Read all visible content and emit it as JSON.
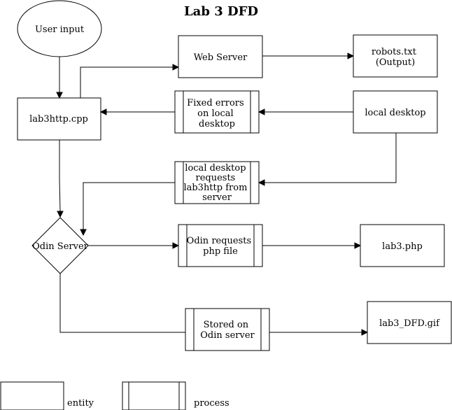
{
  "title": "Lab 3 DFD",
  "nodes": {
    "user_input": {
      "kind": "ellipse",
      "lines": [
        "User input"
      ]
    },
    "web_server": {
      "kind": "entity",
      "lines": [
        "Web Server"
      ]
    },
    "robots_txt": {
      "kind": "entity",
      "lines": [
        "robots.txt",
        "(Output)"
      ]
    },
    "lab3http_cpp": {
      "kind": "entity",
      "lines": [
        "lab3http.cpp"
      ]
    },
    "fixed_errors": {
      "kind": "process",
      "lines": [
        "Fixed errors",
        "on local",
        "desktop"
      ]
    },
    "local_desktop": {
      "kind": "entity",
      "lines": [
        "local desktop"
      ]
    },
    "desktop_requests": {
      "kind": "process",
      "lines": [
        "local desktop",
        "requests",
        "lab3http from",
        "server"
      ]
    },
    "odin_server": {
      "kind": "diamond",
      "lines": [
        "Odin Server"
      ]
    },
    "odin_requests": {
      "kind": "process",
      "lines": [
        "Odin requests",
        "php file"
      ]
    },
    "lab3_php": {
      "kind": "entity",
      "lines": [
        "lab3.php"
      ]
    },
    "stored_on_odin": {
      "kind": "process",
      "lines": [
        "Stored on",
        "Odin server"
      ]
    },
    "lab3_dfd_gif": {
      "kind": "entity",
      "lines": [
        "lab3_DFD.gif"
      ]
    }
  },
  "edges": [
    {
      "from": "user_input",
      "to": "lab3http_cpp"
    },
    {
      "from": "lab3http_cpp",
      "to": "web_server"
    },
    {
      "from": "web_server",
      "to": "robots_txt"
    },
    {
      "from": "local_desktop",
      "to": "fixed_errors"
    },
    {
      "from": "fixed_errors",
      "to": "lab3http_cpp"
    },
    {
      "from": "local_desktop",
      "to": "desktop_requests"
    },
    {
      "from": "lab3http_cpp",
      "to": "odin_server"
    },
    {
      "from": "desktop_requests",
      "to": "odin_server"
    },
    {
      "from": "odin_server",
      "to": "odin_requests"
    },
    {
      "from": "odin_requests",
      "to": "lab3_php"
    },
    {
      "from": "odin_server",
      "to": "lab3_dfd_gif",
      "via": "stored_on_odin"
    }
  ],
  "legend": {
    "entity_label": "entity",
    "process_label": "process"
  }
}
